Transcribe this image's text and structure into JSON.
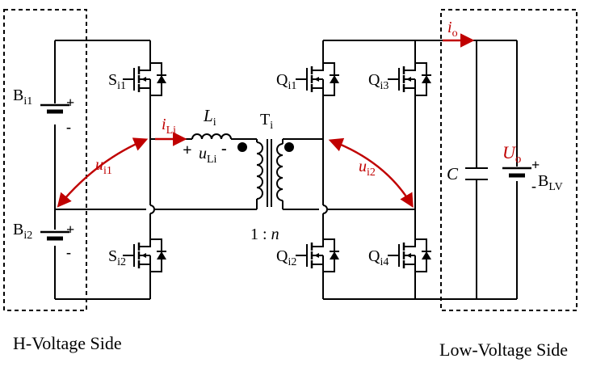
{
  "colors": {
    "wire": "#000000",
    "accent": "#c00000"
  },
  "sides": {
    "high": "H-Voltage Side",
    "low": "Low-Voltage Side"
  },
  "batteries": [
    {
      "base": "B",
      "sub": "i1"
    },
    {
      "base": "B",
      "sub": "i2"
    },
    {
      "base": "B",
      "sub": "LV"
    }
  ],
  "switches_s": [
    {
      "base": "S",
      "sub": "i1"
    },
    {
      "base": "S",
      "sub": "i2"
    }
  ],
  "switches_q": [
    {
      "base": "Q",
      "sub": "i1"
    },
    {
      "base": "Q",
      "sub": "i3"
    },
    {
      "base": "Q",
      "sub": "i2"
    },
    {
      "base": "Q",
      "sub": "i4"
    }
  ],
  "inductor": {
    "base": "L",
    "sub": "i"
  },
  "transformer": {
    "base": "T",
    "sub": "i",
    "ratio_prefix": "1 : ",
    "ratio_n": "n"
  },
  "capacitor": {
    "label": "C"
  },
  "signals": {
    "i_L": {
      "base": "i",
      "sub": "Li"
    },
    "u_L": {
      "base": "u",
      "sub": "Li"
    },
    "u_1": {
      "base": "u",
      "sub": "i1"
    },
    "u_2": {
      "base": "u",
      "sub": "i2"
    },
    "i_o": {
      "base": "i",
      "sub": "o"
    },
    "U_o": {
      "base": "U",
      "sub": "o"
    }
  },
  "polarity": {
    "plus": "+",
    "minus": "-"
  }
}
